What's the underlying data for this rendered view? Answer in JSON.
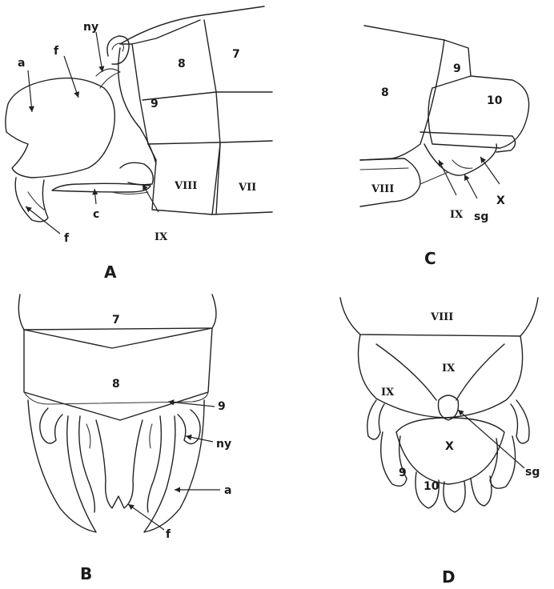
{
  "panels": {
    "A": {
      "title": "A",
      "labels": {
        "a": "a",
        "f_top": "f",
        "ny": "ny",
        "f_bottom": "f",
        "c": "c",
        "n9": "9",
        "n8": "8",
        "n7": "7",
        "VIII": "VIII",
        "VII": "VII",
        "IX": "IX"
      }
    },
    "B": {
      "title": "B",
      "labels": {
        "n7": "7",
        "n8": "8",
        "n9": "9",
        "ny": "ny",
        "a": "a",
        "f": "f"
      }
    },
    "C": {
      "title": "C",
      "labels": {
        "n8": "8",
        "n9": "9",
        "n10": "10",
        "VIII": "VIII",
        "IX": "IX",
        "sg": "sg",
        "X": "X"
      }
    },
    "D": {
      "title": "D",
      "labels": {
        "VIII": "VIII",
        "IX_center": "IX",
        "IX_left": "IX",
        "X": "X",
        "n9": "9",
        "n10": "10",
        "sg": "sg"
      }
    }
  }
}
